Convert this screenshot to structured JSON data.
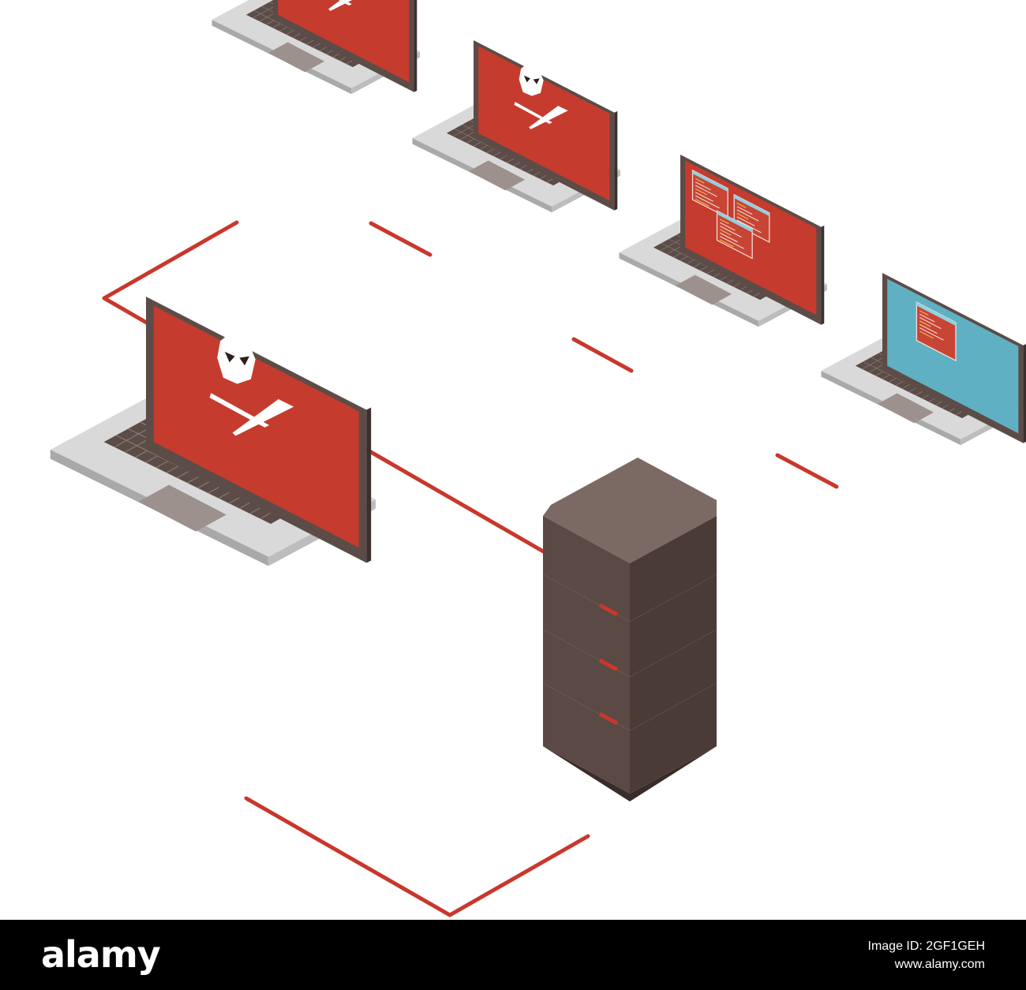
{
  "colors": {
    "cable": "#c9372c",
    "screen_infected": "#c53b2e",
    "screen_clean": "#5fb0c2",
    "laptop_body": "#d9d9d9",
    "laptop_dark": "#5c4c47",
    "server": "#5a4944"
  },
  "diagram": {
    "nodes": [
      {
        "name": "laptop-top-left",
        "screen": "skull",
        "infected": true
      },
      {
        "name": "laptop-top-second",
        "screen": "skull",
        "infected": true
      },
      {
        "name": "laptop-code-windows",
        "screen": "code-windows",
        "infected": true
      },
      {
        "name": "laptop-clean",
        "screen": "single-window",
        "infected": false
      },
      {
        "name": "laptop-large",
        "screen": "skull",
        "infected": true
      },
      {
        "name": "server-stack",
        "units": 4
      }
    ],
    "connections": [
      [
        "laptop-top-left",
        "laptop-top-second"
      ],
      [
        "laptop-top-second",
        "laptop-code-windows"
      ],
      [
        "laptop-code-windows",
        "laptop-clean"
      ],
      [
        "laptop-top-left",
        "server-stack"
      ],
      [
        "laptop-large",
        "server-stack"
      ]
    ]
  },
  "footer": {
    "logo": "alamy",
    "image_id_label": "Image ID: 2GF1GEH",
    "site": "www.alamy.com"
  }
}
